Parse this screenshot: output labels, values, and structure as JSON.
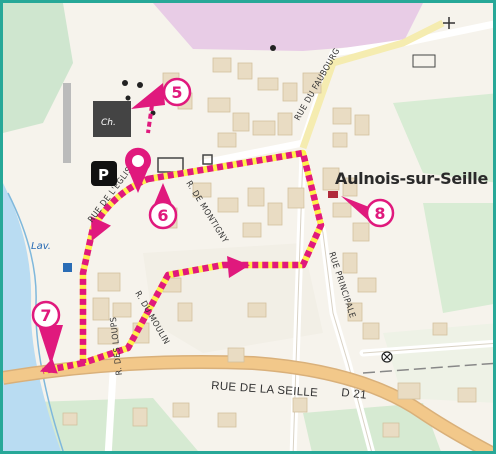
{
  "map": {
    "town_name": "Aulnois-sur-Seille",
    "streets": {
      "faubourg": "RUE DU FAUBOURG",
      "montigny": "R. DE MONTIGNY",
      "principale": "RUE PRINCIPALE",
      "seille": "RUE DE LA SEILLE",
      "road_number": "D 21",
      "loups": "R. DES LOUPS",
      "moulin": "R. DU MOULIN",
      "eglise": "RUE DE L'ÉGLISE"
    },
    "place_labels": {
      "lavoir": "Lav.",
      "chateau": "Ch."
    },
    "parking_symbol": "P",
    "markers": [
      {
        "number": "5"
      },
      {
        "number": "6"
      },
      {
        "number": "7"
      },
      {
        "number": "8"
      }
    ],
    "colors": {
      "route": "#e0197d",
      "route_highlight": "#fff04a",
      "main_road": "#f2c88a",
      "river": "#b9dcf2",
      "water_symbol": "#2a6cb5",
      "border": "#27a898",
      "buildings": "#e9dcc3",
      "vegetation": "#cfe6cf"
    }
  }
}
